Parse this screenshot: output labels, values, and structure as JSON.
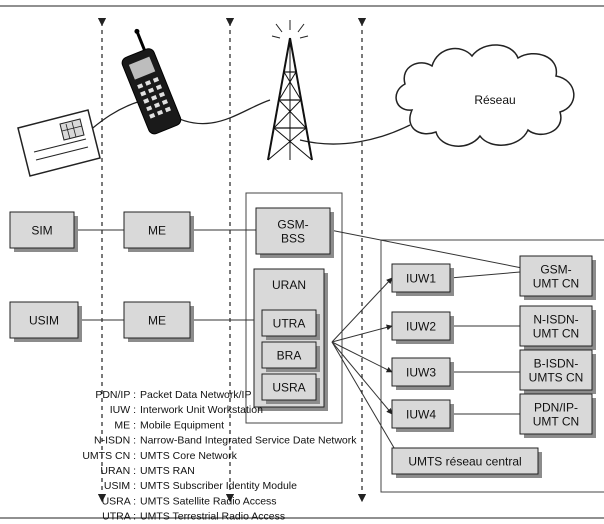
{
  "cloud_label": "Réseau",
  "boxes": {
    "sim": "SIM",
    "me_top": "ME",
    "gsm_bss": [
      "GSM-",
      "BSS"
    ],
    "usim": "USIM",
    "me_bottom": "ME",
    "uran": "URAN",
    "utra": "UTRA",
    "bra": "BRA",
    "usra": "USRA",
    "iuw1": "IUW1",
    "iuw2": "IUW2",
    "iuw3": "IUW3",
    "iuw4": "IUW4",
    "gsm_umt_cn": [
      "GSM-",
      "UMT CN"
    ],
    "n_isdn_umt_cn": [
      "N-ISDN-",
      "UMT CN"
    ],
    "b_isdn_umts_cn": [
      "B-ISDN-",
      "UMTS CN"
    ],
    "pdn_ip_umt_cn": [
      "PDN/IP-",
      "UMT CN"
    ],
    "umts_core": "UMTS réseau central"
  },
  "legend": [
    {
      "abbr": "PDN/IP :",
      "desc": "Packet Data Network/IP"
    },
    {
      "abbr": "IUW :",
      "desc": "Interwork Unit Workstation"
    },
    {
      "abbr": "ME :",
      "desc": "Mobile Equipment"
    },
    {
      "abbr": "N-ISDN :",
      "desc": "Narrow-Band Integrated Service Date Network"
    },
    {
      "abbr": "UMTS CN :",
      "desc": "UMTS Core Network"
    },
    {
      "abbr": "URAN :",
      "desc": "UMTS RAN"
    },
    {
      "abbr": "USIM :",
      "desc": "UMTS Subscriber Identity Module"
    },
    {
      "abbr": "USRA :",
      "desc": "UMTS Satellite Radio Access"
    },
    {
      "abbr": "UTRA :",
      "desc": "UMTS Terrestrial Radio Access"
    }
  ],
  "colors": {
    "box_fill": "#d9d9d9",
    "box_shadow": "#8c8c8c",
    "line": "#333333"
  }
}
